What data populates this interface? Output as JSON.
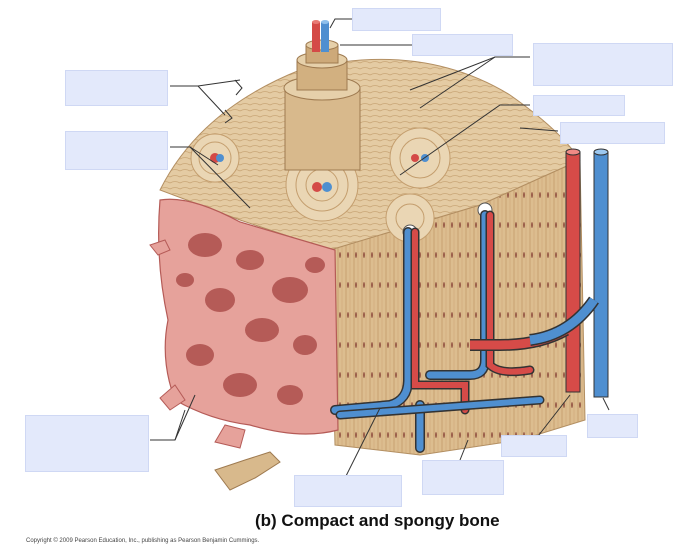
{
  "caption": "(b) Compact and spongy bone",
  "copyright": "Copyright © 2009 Pearson Education, Inc., publishing as Pearson Benjamin Cummings.",
  "colors": {
    "background": "#ffffff",
    "label_box": "#e3e9fb",
    "bone_base": "#e6cfa8",
    "bone_dark": "#c9a677",
    "spongy_bone": "#e6a29b",
    "spongy_dark": "#b55b57",
    "artery": "#d64b48",
    "vein": "#4f8fd0",
    "leader_line": "#333333"
  },
  "label_boxes": [
    {
      "id": "box-1",
      "text": ""
    },
    {
      "id": "box-2",
      "text": ""
    },
    {
      "id": "box-3",
      "text": ""
    },
    {
      "id": "box-4",
      "text": ""
    },
    {
      "id": "box-5",
      "text": ""
    },
    {
      "id": "box-6",
      "text": ""
    },
    {
      "id": "box-7",
      "text": ""
    },
    {
      "id": "box-8",
      "text": ""
    },
    {
      "id": "box-9",
      "text": ""
    },
    {
      "id": "box-10",
      "text": ""
    },
    {
      "id": "box-11",
      "text": ""
    },
    {
      "id": "box-12",
      "text": ""
    }
  ]
}
